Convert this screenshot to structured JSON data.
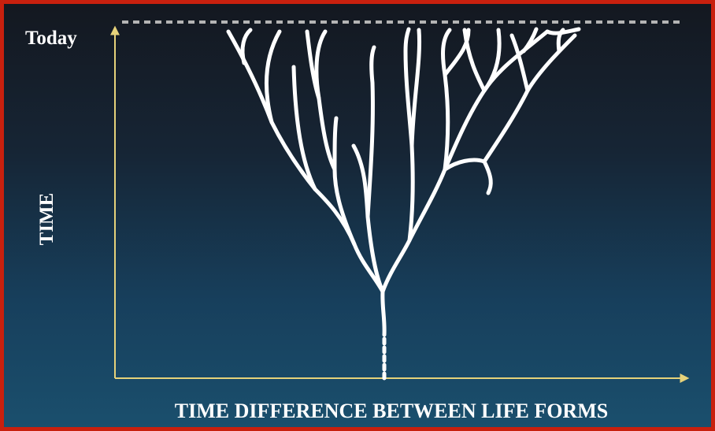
{
  "diagram": {
    "today_label": "Today",
    "y_axis_label": "TIME",
    "x_axis_label": "TIME DIFFERENCE BETWEEN LIFE FORMS"
  },
  "colors": {
    "frame_border": "#c8200e",
    "background_top": "#141820",
    "background_bottom": "#1a4f6d",
    "axis": "#e6d27a",
    "tree": "#ffffff",
    "today_line": "#b4b4b4"
  }
}
